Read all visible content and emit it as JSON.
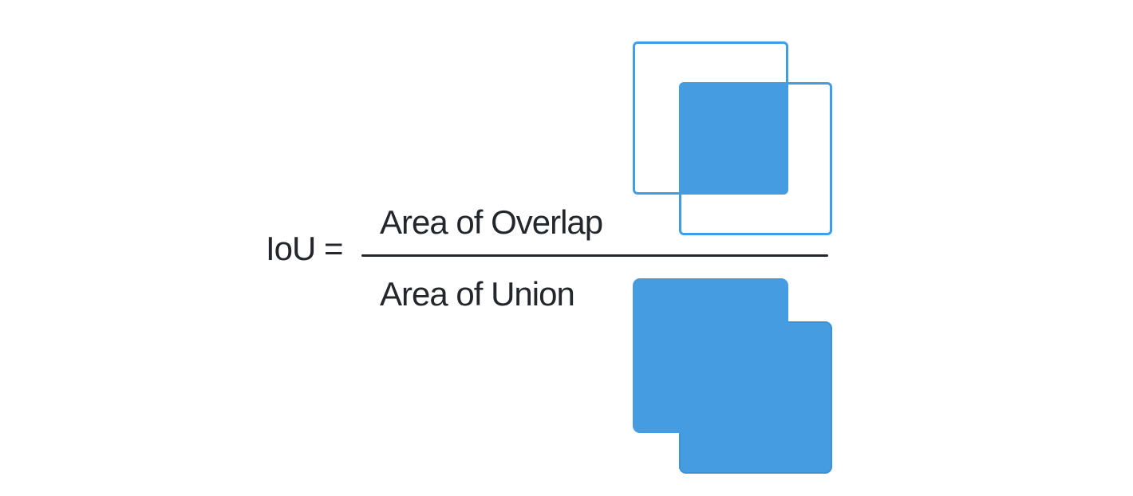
{
  "formula": {
    "lhs": "IoU =",
    "numerator": "Area of Overlap",
    "denominator": "Area of Union"
  },
  "colors": {
    "box_fill": "#469CE0",
    "box_stroke": "#3E9EE9",
    "union_seam": "#3C92D8",
    "text_color": "#23272C",
    "bg_color": "#FFFFFF"
  }
}
